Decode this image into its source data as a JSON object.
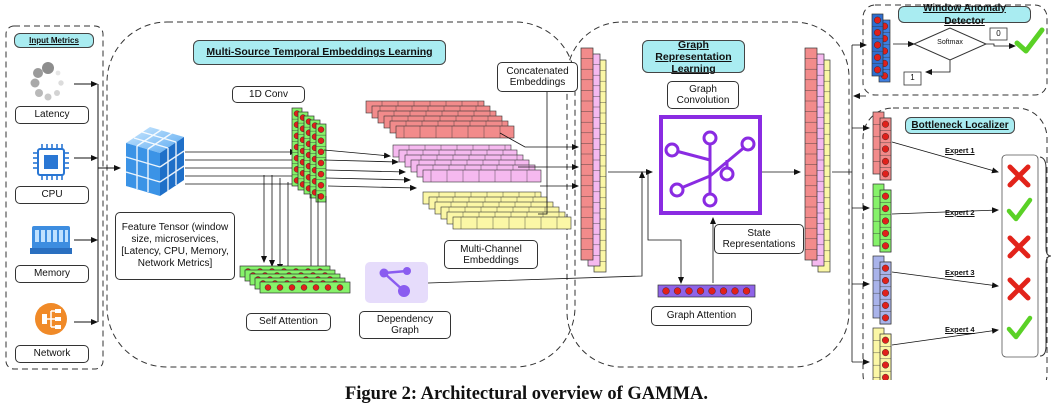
{
  "input_metrics": {
    "title": "Input Metrics",
    "items": [
      {
        "label": "Latency",
        "icon": "loading-spinner-icon"
      },
      {
        "label": "CPU",
        "icon": "cpu-chip-icon"
      },
      {
        "label": "Memory",
        "icon": "memory-module-icon"
      },
      {
        "label": "Network",
        "icon": "network-hierarchy-icon"
      }
    ]
  },
  "temporal": {
    "title": "Multi-Source Temporal Embeddings Learning",
    "conv_label": "1D Conv",
    "feature_tensor": "Feature Tensor (window size, microservices, [Latency, CPU, Memory, Network Metrics]",
    "self_attention": "Self Attention",
    "dependency_graph": "Dependency Graph",
    "multi_channel": "Multi-Channel Embeddings",
    "concatenated": "Concatenated Embeddings"
  },
  "graph": {
    "title": "Graph Representation Learning",
    "convolution": "Graph Convolution",
    "state": "State Representations",
    "attention": "Graph Attention"
  },
  "detector": {
    "title": "Window Anomaly Detector",
    "softmax": "Softmax",
    "out_zero": "0",
    "out_one": "1"
  },
  "localizer": {
    "title": "Bottleneck Localizer",
    "experts": [
      {
        "label": "Expert 1",
        "result": "cross"
      },
      {
        "label": "Expert 2",
        "result": "check"
      },
      {
        "label": "Expert 3",
        "result": "cross"
      },
      {
        "label": "Expert 4",
        "result": "check"
      }
    ]
  },
  "colors": {
    "title_fill": "#a9ecf1",
    "graph_purple": "#8a2be2",
    "green_layer": "#86f26a",
    "red_brick": "#f28b8b",
    "pink_brick": "#f5b9ef",
    "yellow_brick": "#fbf7a6",
    "blue_bar": "#3f7fe0",
    "dot_red": "#e0201b",
    "cross_red": "#e2231a",
    "check_green": "#5ad126"
  },
  "caption": "Figure 2: Architectural overview of GAMMA."
}
